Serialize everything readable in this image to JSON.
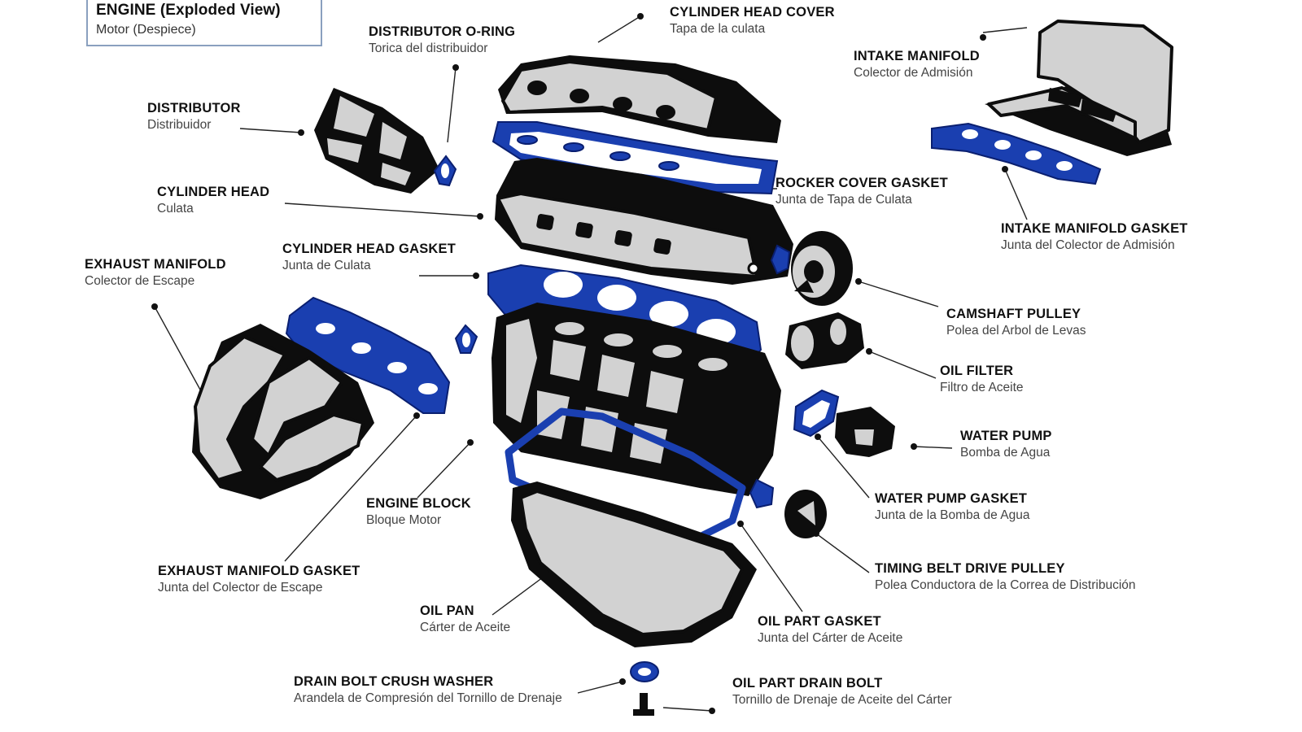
{
  "title": {
    "en": "ENGINE (Exploded View)",
    "es": "Motor (Despiece)"
  },
  "colors": {
    "gasket_blue": "#1a3fb0",
    "part_black": "#0d0d0d",
    "part_grey": "#d0d0d0",
    "title_border": "#8aa0bf"
  },
  "labels": {
    "cylinder_head_cover": {
      "en": "CYLINDER HEAD COVER",
      "es": "Tapa de la culata"
    },
    "distributor_o_ring": {
      "en": "DISTRIBUTOR O-RING",
      "es": "Torica del distribuidor"
    },
    "intake_manifold": {
      "en": "INTAKE MANIFOLD",
      "es": "Colector de Admisión"
    },
    "distributor": {
      "en": "DISTRIBUTOR",
      "es": "Distribuidor"
    },
    "cylinder_head": {
      "en": "CYLINDER HEAD",
      "es": "Culata"
    },
    "rocker_cover_gasket": {
      "en": "ROCKER COVER GASKET",
      "es": "Junta de Tapa de Culata"
    },
    "intake_manifold_gasket": {
      "en": "INTAKE MANIFOLD GASKET",
      "es": "Junta del Colector de Admisión"
    },
    "cylinder_head_gasket": {
      "en": "CYLINDER HEAD GASKET",
      "es": "Junta de Culata"
    },
    "exhaust_manifold": {
      "en": "EXHAUST MANIFOLD",
      "es": "Colector de Escape"
    },
    "camshaft_pulley": {
      "en": "CAMSHAFT PULLEY",
      "es": "Polea del Arbol de Levas"
    },
    "oil_filter": {
      "en": "OIL FILTER",
      "es": "Filtro de Aceite"
    },
    "water_pump": {
      "en": "WATER PUMP",
      "es": "Bomba de Agua"
    },
    "engine_block": {
      "en": "ENGINE BLOCK",
      "es": "Bloque Motor"
    },
    "water_pump_gasket": {
      "en": "WATER PUMP GASKET",
      "es": "Junta de la Bomba de Agua"
    },
    "exhaust_manifold_gasket": {
      "en": "EXHAUST MANIFOLD GASKET",
      "es": "Junta del Colector de Escape"
    },
    "timing_belt_drive_pulley": {
      "en": "TIMING BELT DRIVE PULLEY",
      "es": "Polea Conductora de la Correa de Distribución"
    },
    "oil_pan": {
      "en": "OIL PAN",
      "es": "Cárter de Aceite"
    },
    "oil_part_gasket": {
      "en": "OIL PART GASKET",
      "es": "Junta del Cárter de Aceite"
    },
    "drain_bolt_crush_washer": {
      "en": "DRAIN BOLT CRUSH WASHER",
      "es": "Arandela de Compresión del Tornillo de Drenaje"
    },
    "oil_part_drain_bolt": {
      "en": "OIL PART DRAIN BOLT",
      "es": "Tornillo de Drenaje de Aceite del Cárter"
    }
  }
}
